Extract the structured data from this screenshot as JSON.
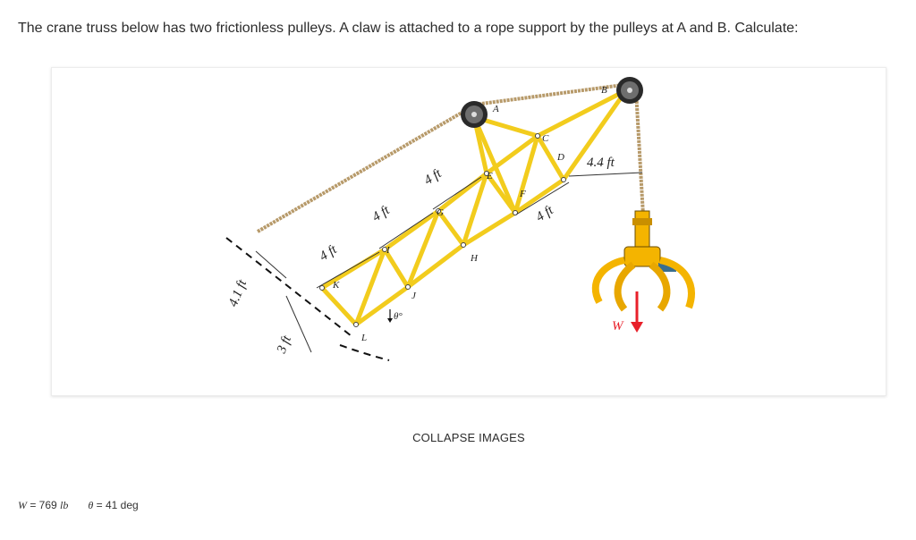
{
  "question": {
    "text": "The crane truss below has two frictionless pulleys. A claw is attached to a rope support by the pulleys at A and B. Calculate:"
  },
  "figure": {
    "nodes": {
      "A": "A",
      "B": "B",
      "C": "C",
      "D": "D",
      "E": "E",
      "F": "F",
      "G": "G",
      "H": "H",
      "I": "I",
      "J": "J",
      "K": "K",
      "L": "L"
    },
    "dimensions": {
      "d1": "4.1 ft",
      "d2": "3 ft",
      "d3": "4 ft",
      "d4": "4 ft",
      "d5": "4 ft",
      "d6": "4 ft",
      "d7": "4.4 ft"
    },
    "angle_label": "θ°",
    "load_label": "W",
    "colors": {
      "truss": "#f2cc1d",
      "truss_edge": "#6b5a00",
      "rope": "#b79a6a",
      "claw": "#f4b400",
      "load_arrow": "#e8202a"
    }
  },
  "collapse_label": "COLLAPSE IMAGES",
  "given": {
    "w_label": "W",
    "w_value": " = 769 ",
    "w_unit": "lb",
    "theta_label": "θ",
    "theta_value": " = 41 deg"
  }
}
